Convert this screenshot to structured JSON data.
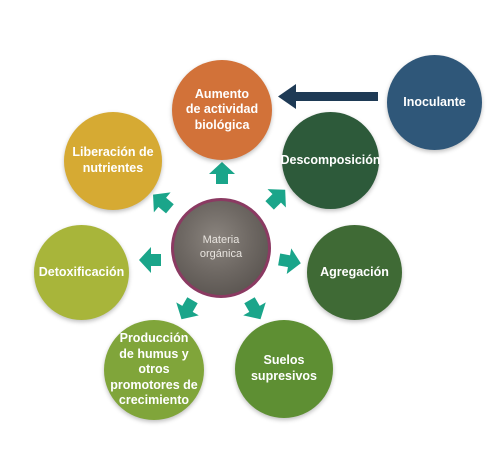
{
  "center": {
    "label_line1": "Materia",
    "label_line2": "orgánica"
  },
  "nodes": {
    "aumento": {
      "line1": "Aumento",
      "line2": "de actividad",
      "line3": "biológica",
      "color": "#d27239"
    },
    "descomposicion": {
      "line1": "Descomposición",
      "color": "#2d5a3a"
    },
    "agregacion": {
      "line1": "Agregación",
      "color": "#3f6a35"
    },
    "suelos": {
      "line1": "Suelos",
      "line2": "supresivos",
      "color": "#5e8f33"
    },
    "produccion": {
      "line1": "Producción",
      "line2": "de humus y otros",
      "line3": "promotores de",
      "line4": "crecimiento",
      "color": "#80a53a"
    },
    "detox": {
      "line1": "Detoxificación",
      "color": "#a8b53a"
    },
    "liberacion": {
      "line1": "Liberación de",
      "line2": "nutrientes",
      "color": "#d6aa33"
    },
    "inoculante": {
      "line1": "Inoculante",
      "color": "#2f5779"
    }
  },
  "colors": {
    "arrow_green": "#1aa58a",
    "arrow_navy": "#1e3a55"
  }
}
